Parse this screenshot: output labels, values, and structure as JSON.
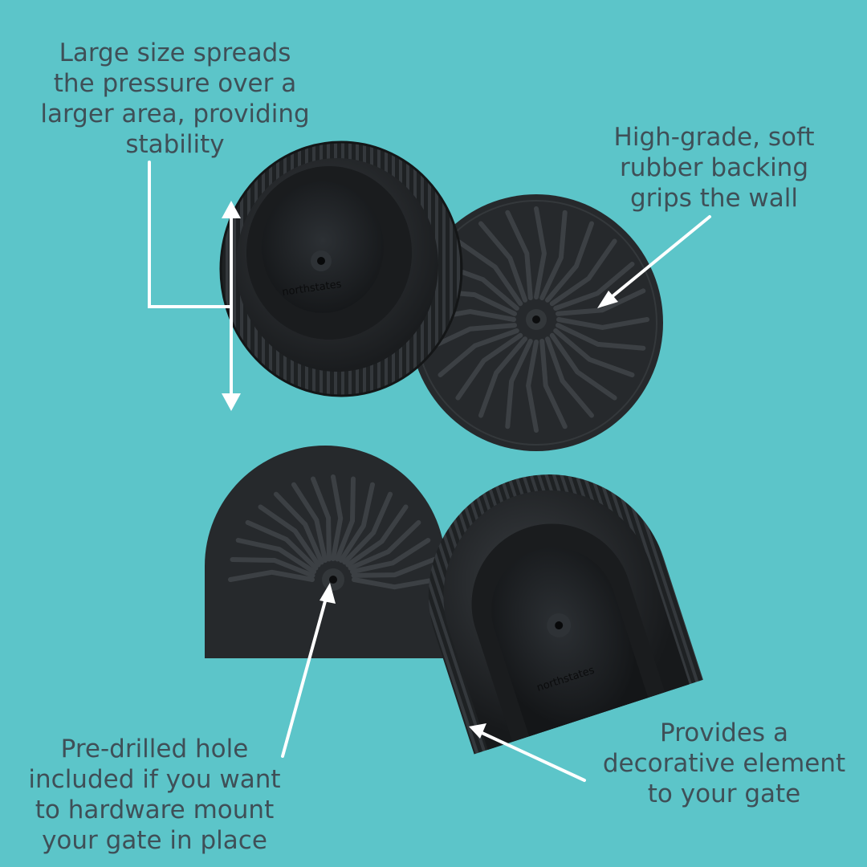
{
  "callouts": {
    "size": "Large size spreads\nthe pressure over a\nlarger area, providing\nstability",
    "rubber": "High-grade, soft\nrubber backing\ngrips the wall",
    "hole": "Pre-drilled hole\nincluded if you want\nto hardware mount\nyour gate in place",
    "decorative": "Provides a\ndecorative element\nto your gate"
  },
  "brand_marks": {
    "round_cup": "northstates",
    "flat_cup": "northstates"
  },
  "colors": {
    "background": "#5cc5c9",
    "text": "#3f4f57",
    "product": "#1f2224",
    "arrows": "#ffffff"
  }
}
